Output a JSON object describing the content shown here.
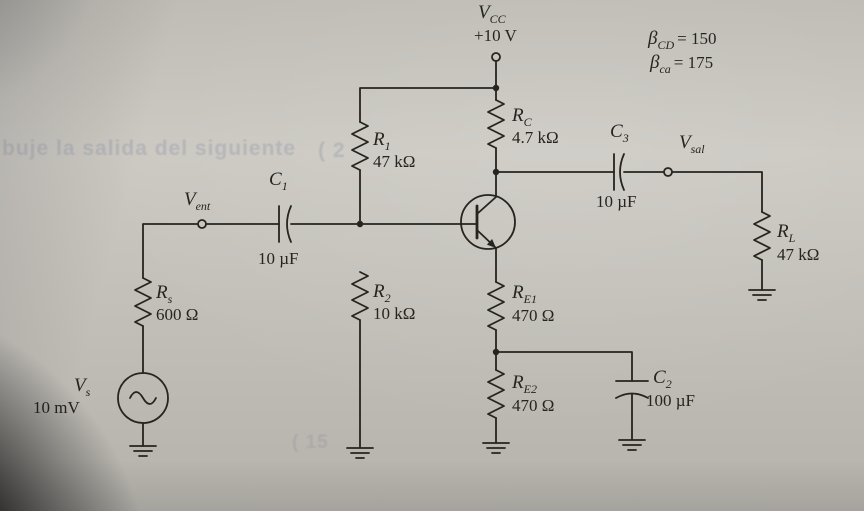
{
  "colors": {
    "ink": "#26241f",
    "paper": "#c9c6bf"
  },
  "supply": {
    "sym": "V",
    "sub": "CC",
    "value": "+10 V"
  },
  "betas": {
    "cd": {
      "sym": "β",
      "sub": "CD",
      "eq": "= 150"
    },
    "ca": {
      "sym": "β",
      "sub": "ca",
      "eq": "= 175"
    }
  },
  "parts": {
    "r1": {
      "sym": "R",
      "sub": "1",
      "value": "47 kΩ"
    },
    "r2": {
      "sym": "R",
      "sub": "2",
      "value": "10 kΩ"
    },
    "rc": {
      "sym": "R",
      "sub": "C",
      "value": "4.7 kΩ"
    },
    "re1": {
      "sym": "R",
      "sub": "E1",
      "value": "470 Ω"
    },
    "re2": {
      "sym": "R",
      "sub": "E2",
      "value": "470 Ω"
    },
    "rl": {
      "sym": "R",
      "sub": "L",
      "value": "47 kΩ"
    },
    "rs": {
      "sym": "R",
      "sub": "s",
      "value": "600 Ω"
    },
    "c1": {
      "sym": "C",
      "sub": "1",
      "value": "10 µF"
    },
    "c2": {
      "sym": "C",
      "sub": "2",
      "value": "100 µF"
    },
    "c3": {
      "sym": "C",
      "sub": "3",
      "value": "10 µF"
    },
    "vs": {
      "sym": "V",
      "sub": "s",
      "value": "10 mV"
    }
  },
  "nodes": {
    "vent": {
      "sym": "V",
      "sub": "ent"
    },
    "vsal": {
      "sym": "V",
      "sub": "sal"
    }
  },
  "bleedthrough": {
    "line1": "buje la salida del siguiente",
    "line2": "( 2",
    "line3": "( 15"
  }
}
